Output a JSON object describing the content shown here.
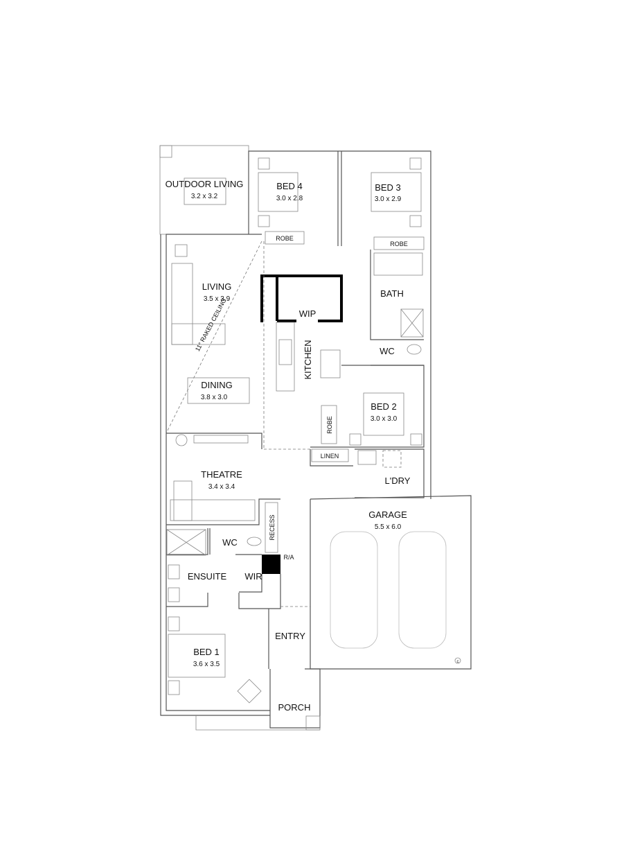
{
  "rooms": {
    "outdoor_living": {
      "name": "OUTDOOR LIVING",
      "size": "3.2 x 3.2"
    },
    "bed4": {
      "name": "BED 4",
      "size": "3.0 x 2.8"
    },
    "bed3": {
      "name": "BED 3",
      "size": "3.0 x 2.9"
    },
    "living": {
      "name": "LIVING",
      "size": "3.5 x 3.9"
    },
    "dining": {
      "name": "DINING",
      "size": "3.8 x 3.0"
    },
    "bed2": {
      "name": "BED 2",
      "size": "3.0 x 3.0"
    },
    "theatre": {
      "name": "THEATRE",
      "size": "3.4 x 3.4"
    },
    "garage": {
      "name": "GARAGE",
      "size": "5.5 x 6.0"
    },
    "bed1": {
      "name": "BED 1",
      "size": "3.6 x 3.5"
    },
    "kitchen": {
      "name": "KITCHEN"
    },
    "wip": {
      "name": "WIP"
    },
    "bath": {
      "name": "BATH"
    },
    "wc_upper": {
      "name": "WC"
    },
    "wc_lower": {
      "name": "WC"
    },
    "laundry": {
      "name": "L'DRY"
    },
    "ensuite": {
      "name": "ENSUITE"
    },
    "wir": {
      "name": "WIR"
    },
    "entry": {
      "name": "ENTRY"
    },
    "porch": {
      "name": "PORCH"
    }
  },
  "labels": {
    "robe_bed4": "ROBE",
    "robe_bed3": "ROBE",
    "robe_bed2": "ROBE",
    "linen": "LINEN",
    "recess": "RECESS",
    "ra": "R/A",
    "raked_ceiling": "11° RAKED CEILING",
    "copyright": "c"
  }
}
